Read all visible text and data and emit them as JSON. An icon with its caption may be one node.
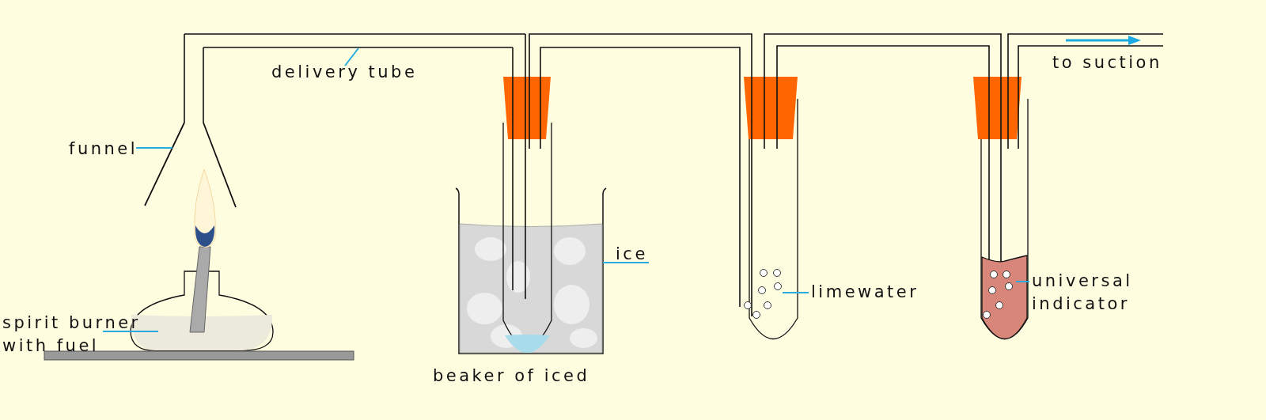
{
  "diagram": {
    "nodes": [
      {
        "text": [
          "delivery tube"
        ]
      },
      {
        "text": [],
        "shape": "picture"
      },
      {
        "text": [
          "funnel"
        ]
      },
      {
        "text": [],
        "shape": "picture"
      },
      {
        "text": [
          "spirit burner with fuel"
        ]
      },
      {
        "text": [],
        "shape": "picture"
      },
      {
        "text": [
          "ice"
        ]
      },
      {
        "text": [],
        "shape": "picture"
      },
      {
        "text": [
          "limewater"
        ]
      },
      {
        "text": [],
        "shape": "picture"
      },
      {
        "text": [
          "universal indicator"
        ]
      },
      {
        "text": [],
        "shape": "picture"
      }
    ],
    "edges": [
      {
        "from": 0,
        "to": 1,
        "arrow": "none"
      },
      {
        "from": 2,
        "to": 3,
        "arrow": "none"
      },
      {
        "from": 4,
        "to": 5,
        "arrow": "none"
      },
      {
        "from": 6,
        "to": 7,
        "arrow": "none"
      },
      {
        "from": 8,
        "to": 9,
        "arrow": "none"
      },
      {
        "from": 10,
        "to": 11,
        "arrow": "none"
      }
    ],
    "labels": [
      "to suction",
      "beaker of iced"
    ]
  }
}
